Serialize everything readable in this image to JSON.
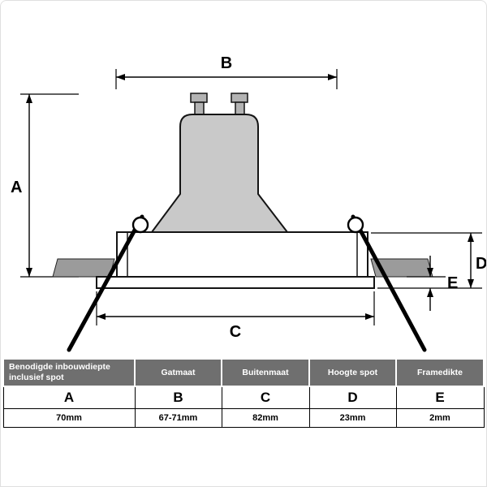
{
  "diagram": {
    "labels": {
      "a": "A",
      "b": "B",
      "c": "C",
      "d": "D",
      "e": "E"
    }
  },
  "table": {
    "headers": [
      "Benodigde inbouwdiepte inclusief spot",
      "Gatmaat",
      "Buitenmaat",
      "Hoogte spot",
      "Framedikte"
    ],
    "letters": [
      "A",
      "B",
      "C",
      "D",
      "E"
    ],
    "values": [
      "70mm",
      "67-71mm",
      "82mm",
      "23mm",
      "2mm"
    ]
  },
  "colors": {
    "table_header_bg": "#6f6f6f",
    "table_header_text": "#ffffff",
    "lamp_fill": "#c9c9c9",
    "ceiling_fill": "#9b9b9b"
  }
}
